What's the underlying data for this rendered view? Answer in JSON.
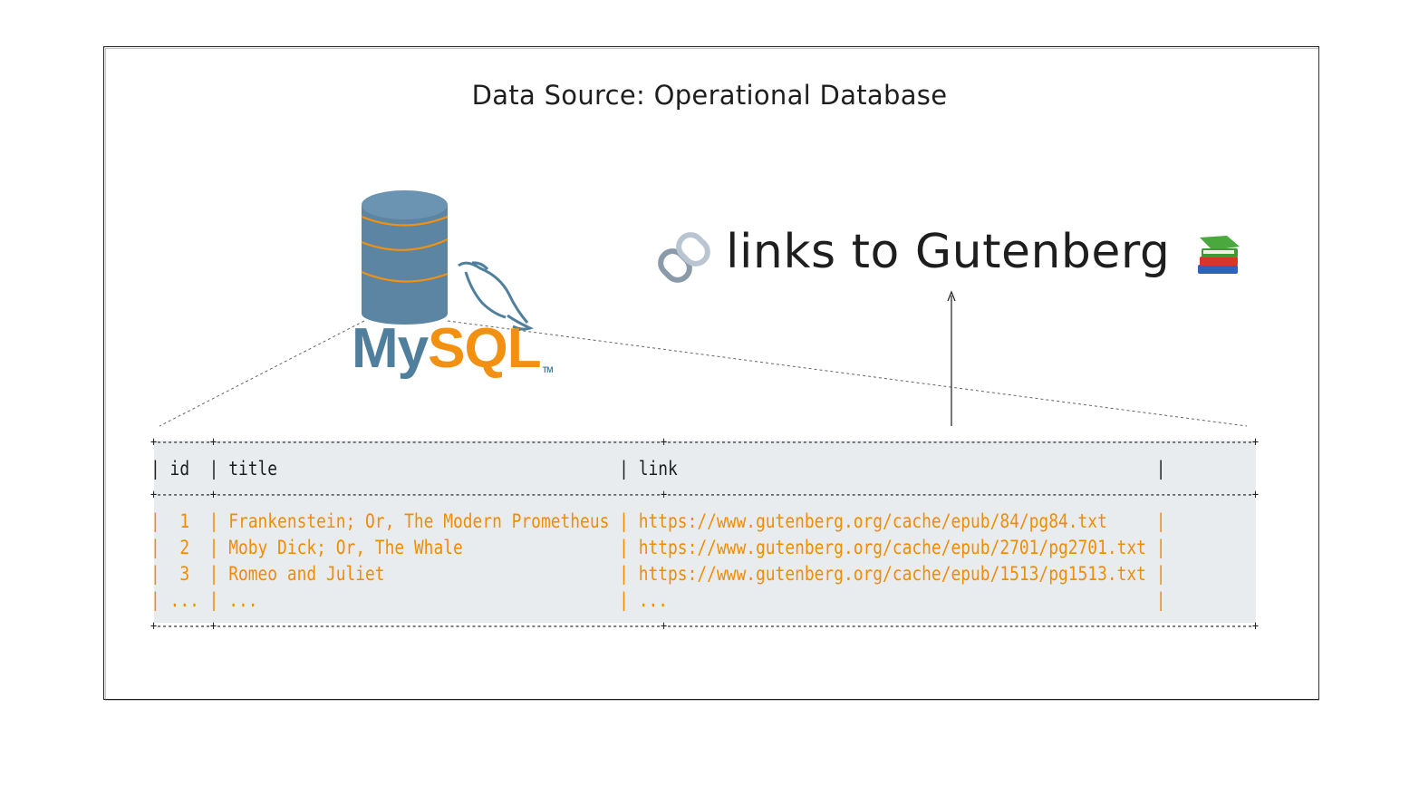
{
  "title": "Data Source: Operational Database",
  "links_heading": "links to Gutenberg",
  "icons": [
    "link-icon",
    "books-icon",
    "database-cylinder-icon",
    "dolphin-icon"
  ],
  "logo": {
    "part1": "My",
    "part2": "SQL",
    "tm": "TM"
  },
  "colors": {
    "accent": "#f08c00",
    "mysql_blue": "#4f7f9d",
    "table_bg": "#e9ecef",
    "ink": "#1e1e1e"
  },
  "table": {
    "columns": [
      "id",
      "title",
      "link"
    ],
    "rows": [
      [
        "1",
        "Frankenstein; Or, The Modern Prometheus",
        "https://www.gutenberg.org/cache/epub/84/pg84.txt"
      ],
      [
        "2",
        "Moby Dick; Or, The Whale",
        "https://www.gutenberg.org/cache/epub/2701/pg2701.txt"
      ],
      [
        "3",
        "Romeo and Juliet",
        "https://www.gutenberg.org/cache/epub/1513/pg1513.txt"
      ],
      [
        "...",
        "...",
        "..."
      ]
    ]
  }
}
